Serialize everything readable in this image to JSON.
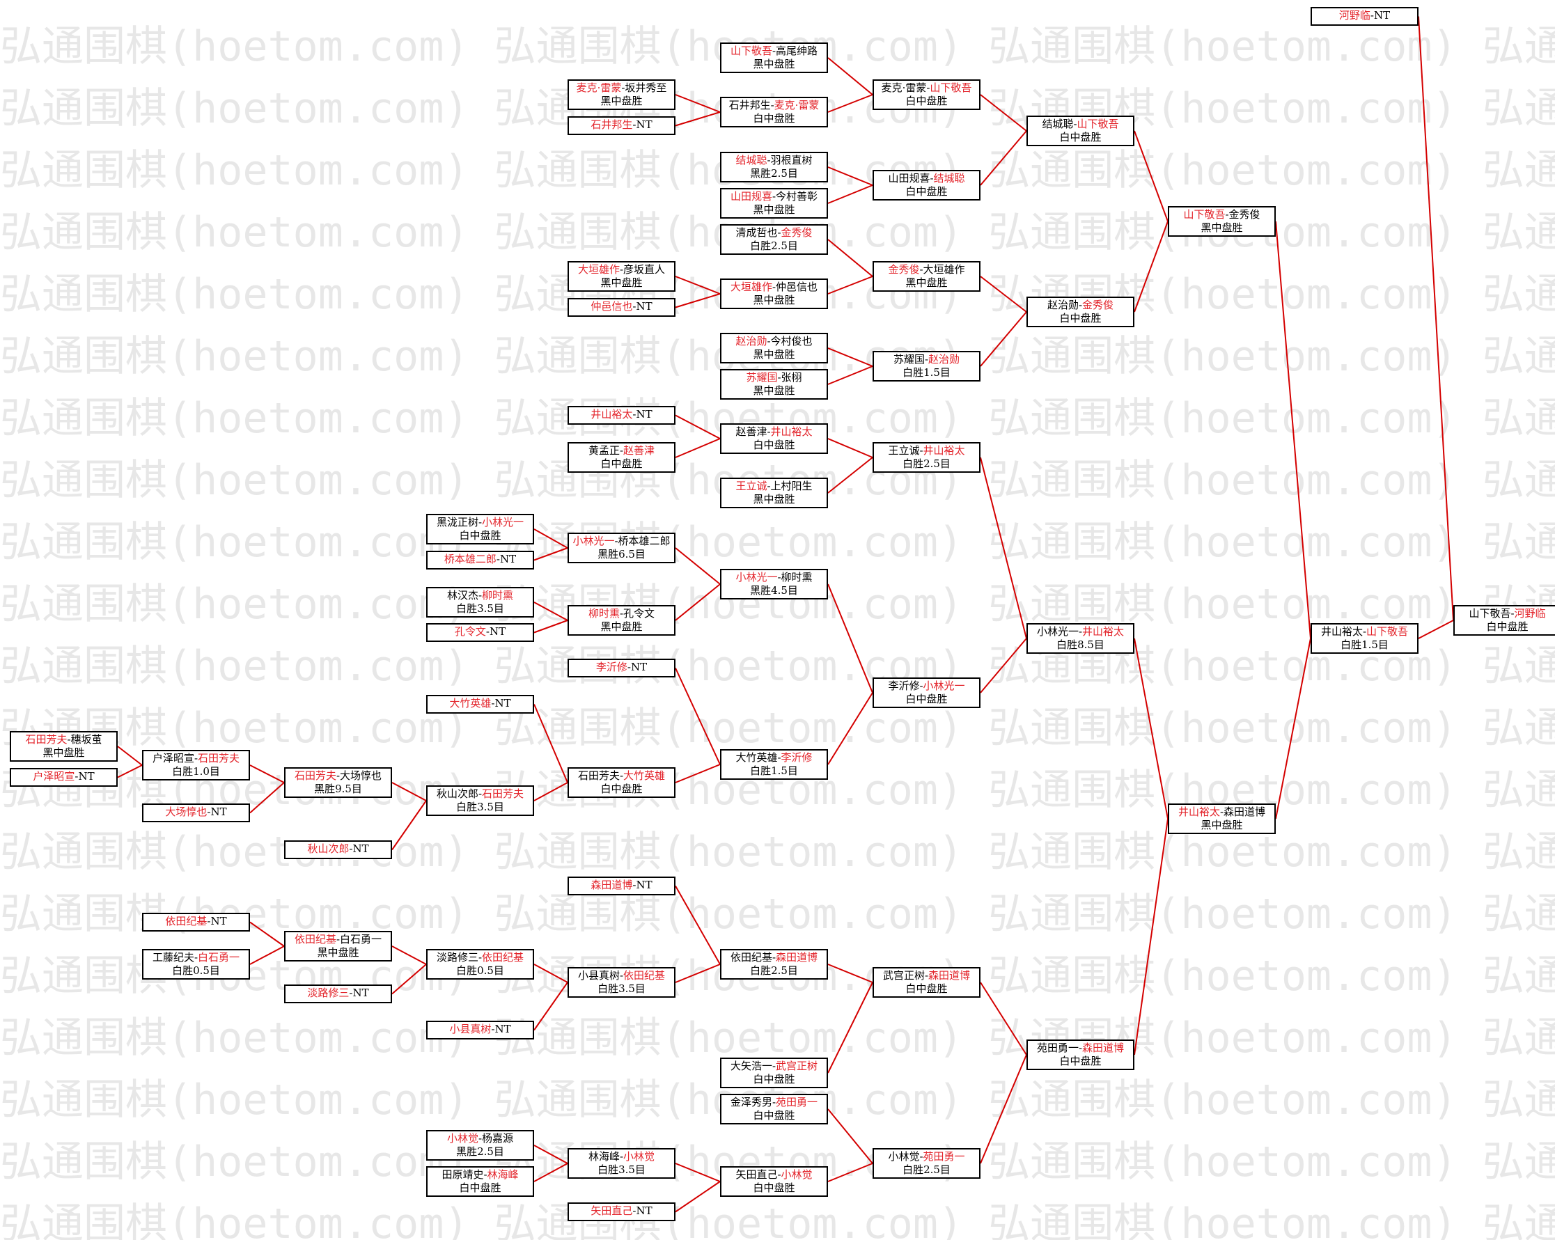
{
  "watermark": {
    "text": "弘通围棋(hoetom.com)"
  },
  "colors": {
    "winner": "#e3242b",
    "line": "#d40000",
    "border": "#000000"
  },
  "matches": [
    {
      "id": "l1a",
      "rows": [
        [
          [
            "石田芳夫",
            "r"
          ],
          [
            "-穗坂茧",
            "b"
          ]
        ],
        [
          [
            "黑中盘胜",
            "b"
          ]
        ]
      ]
    },
    {
      "id": "l1b",
      "rows": [
        [
          [
            "户泽昭宣",
            "r"
          ],
          [
            "-NT",
            "b"
          ]
        ]
      ]
    },
    {
      "id": "l2a",
      "rows": [
        [
          [
            "户泽昭宣-",
            "b"
          ],
          [
            "石田芳夫",
            "r"
          ]
        ],
        [
          [
            "白胜1.0目",
            "b"
          ]
        ]
      ]
    },
    {
      "id": "l2b",
      "rows": [
        [
          [
            "大场惇也",
            "r"
          ],
          [
            "-NT",
            "b"
          ]
        ]
      ]
    },
    {
      "id": "l3a",
      "rows": [
        [
          [
            "石田芳夫",
            "r"
          ],
          [
            "-大场惇也",
            "b"
          ]
        ],
        [
          [
            "黑胜9.5目",
            "b"
          ]
        ]
      ]
    },
    {
      "id": "l3b",
      "rows": [
        [
          [
            "秋山次郎",
            "r"
          ],
          [
            "-NT",
            "b"
          ]
        ]
      ]
    },
    {
      "id": "l4a",
      "rows": [
        [
          [
            "大竹英雄",
            "r"
          ],
          [
            "-NT",
            "b"
          ]
        ]
      ]
    },
    {
      "id": "l4b",
      "rows": [
        [
          [
            "秋山次郎-",
            "b"
          ],
          [
            "石田芳夫",
            "r"
          ]
        ],
        [
          [
            "白胜3.5目",
            "b"
          ]
        ]
      ]
    },
    {
      "id": "l5a",
      "rows": [
        [
          [
            "李沂修",
            "r"
          ],
          [
            "-NT",
            "b"
          ]
        ]
      ]
    },
    {
      "id": "l5b",
      "rows": [
        [
          [
            "石田芳夫-",
            "b"
          ],
          [
            "大竹英雄",
            "r"
          ]
        ],
        [
          [
            "白中盘胜",
            "b"
          ]
        ]
      ]
    },
    {
      "id": "l6a",
      "rows": [
        [
          [
            "大竹英雄-",
            "b"
          ],
          [
            "李沂修",
            "r"
          ]
        ],
        [
          [
            "白胜1.5目",
            "b"
          ]
        ]
      ]
    },
    {
      "id": "p1a",
      "rows": [
        [
          [
            "麦克·雷蒙",
            "r"
          ],
          [
            "-坂井秀至",
            "b"
          ]
        ],
        [
          [
            "黑中盘胜",
            "b"
          ]
        ]
      ]
    },
    {
      "id": "p1b",
      "rows": [
        [
          [
            "石井邦生",
            "r"
          ],
          [
            "-NT",
            "b"
          ]
        ]
      ]
    },
    {
      "id": "p1c",
      "rows": [
        [
          [
            "大垣雄作",
            "r"
          ],
          [
            "-彦坂直人",
            "b"
          ]
        ],
        [
          [
            "黑中盘胜",
            "b"
          ]
        ]
      ]
    },
    {
      "id": "p1d",
      "rows": [
        [
          [
            "仲邑信也",
            "r"
          ],
          [
            "-NT",
            "b"
          ]
        ]
      ]
    },
    {
      "id": "p1e",
      "rows": [
        [
          [
            "井山裕太",
            "r"
          ],
          [
            "-NT",
            "b"
          ]
        ]
      ]
    },
    {
      "id": "p1f",
      "rows": [
        [
          [
            "黄孟正-",
            "b"
          ],
          [
            "赵善津",
            "r"
          ]
        ],
        [
          [
            "白中盘胜",
            "b"
          ]
        ]
      ]
    },
    {
      "id": "p2a",
      "rows": [
        [
          [
            "黑泷正树-",
            "b"
          ],
          [
            "小林光一",
            "r"
          ]
        ],
        [
          [
            "白中盘胜",
            "b"
          ]
        ]
      ]
    },
    {
      "id": "p2b",
      "rows": [
        [
          [
            "桥本雄二郎",
            "r"
          ],
          [
            "-NT",
            "b"
          ]
        ]
      ]
    },
    {
      "id": "p2c",
      "rows": [
        [
          [
            "林汉杰-",
            "b"
          ],
          [
            "柳时熏",
            "r"
          ]
        ],
        [
          [
            "白胜3.5目",
            "b"
          ]
        ]
      ]
    },
    {
      "id": "p2d",
      "rows": [
        [
          [
            "孔令文",
            "r"
          ],
          [
            "-NT",
            "b"
          ]
        ]
      ]
    },
    {
      "id": "p3a",
      "rows": [
        [
          [
            "小林光一",
            "r"
          ],
          [
            "-桥本雄二郎",
            "b"
          ]
        ],
        [
          [
            "黑胜6.5目",
            "b"
          ]
        ]
      ]
    },
    {
      "id": "p3b",
      "rows": [
        [
          [
            "柳时熏",
            "r"
          ],
          [
            "-孔令文",
            "b"
          ]
        ],
        [
          [
            "黑中盘胜",
            "b"
          ]
        ]
      ]
    },
    {
      "id": "q1a",
      "rows": [
        [
          [
            "山下敬吾",
            "r"
          ],
          [
            "-高尾绅路",
            "b"
          ]
        ],
        [
          [
            "黑中盘胜",
            "b"
          ]
        ]
      ]
    },
    {
      "id": "q1b",
      "rows": [
        [
          [
            "石井邦生-",
            "b"
          ],
          [
            "麦克·雷蒙",
            "r"
          ]
        ],
        [
          [
            "白中盘胜",
            "b"
          ]
        ]
      ]
    },
    {
      "id": "q1c",
      "rows": [
        [
          [
            "结城聪",
            "r"
          ],
          [
            "-羽根直树",
            "b"
          ]
        ],
        [
          [
            "黑胜2.5目",
            "b"
          ]
        ]
      ]
    },
    {
      "id": "q1d",
      "rows": [
        [
          [
            "山田规喜",
            "r"
          ],
          [
            "-今村善彰",
            "b"
          ]
        ],
        [
          [
            "黑中盘胜",
            "b"
          ]
        ]
      ]
    },
    {
      "id": "q1e",
      "rows": [
        [
          [
            "清成哲也-",
            "b"
          ],
          [
            "金秀俊",
            "r"
          ]
        ],
        [
          [
            "白胜2.5目",
            "b"
          ]
        ]
      ]
    },
    {
      "id": "q1f",
      "rows": [
        [
          [
            "大垣雄作",
            "r"
          ],
          [
            "-仲邑信也",
            "b"
          ]
        ],
        [
          [
            "黑中盘胜",
            "b"
          ]
        ]
      ]
    },
    {
      "id": "q1g",
      "rows": [
        [
          [
            "赵治勋",
            "r"
          ],
          [
            "-今村俊也",
            "b"
          ]
        ],
        [
          [
            "黑中盘胜",
            "b"
          ]
        ]
      ]
    },
    {
      "id": "q1h",
      "rows": [
        [
          [
            "苏耀国",
            "r"
          ],
          [
            "-张栩",
            "b"
          ]
        ],
        [
          [
            "黑中盘胜",
            "b"
          ]
        ]
      ]
    },
    {
      "id": "q1i",
      "rows": [
        [
          [
            "赵善津-",
            "b"
          ],
          [
            "井山裕太",
            "r"
          ]
        ],
        [
          [
            "白中盘胜",
            "b"
          ]
        ]
      ]
    },
    {
      "id": "q1j",
      "rows": [
        [
          [
            "王立诚",
            "r"
          ],
          [
            "-上村阳生",
            "b"
          ]
        ],
        [
          [
            "黑中盘胜",
            "b"
          ]
        ]
      ]
    },
    {
      "id": "q1k",
      "rows": [
        [
          [
            "小林光一",
            "r"
          ],
          [
            "-柳时熏",
            "b"
          ]
        ],
        [
          [
            "黑胜4.5目",
            "b"
          ]
        ]
      ]
    },
    {
      "id": "r1a",
      "rows": [
        [
          [
            "麦克·雷蒙-",
            "b"
          ],
          [
            "山下敬吾",
            "r"
          ]
        ],
        [
          [
            "白中盘胜",
            "b"
          ]
        ]
      ]
    },
    {
      "id": "r1b",
      "rows": [
        [
          [
            "山田规喜-",
            "b"
          ],
          [
            "结城聪",
            "r"
          ]
        ],
        [
          [
            "白中盘胜",
            "b"
          ]
        ]
      ]
    },
    {
      "id": "r1c",
      "rows": [
        [
          [
            "金秀俊",
            "r"
          ],
          [
            "-大垣雄作",
            "b"
          ]
        ],
        [
          [
            "黑中盘胜",
            "b"
          ]
        ]
      ]
    },
    {
      "id": "r1d",
      "rows": [
        [
          [
            "苏耀国-",
            "b"
          ],
          [
            "赵治勋",
            "r"
          ]
        ],
        [
          [
            "白胜1.5目",
            "b"
          ]
        ]
      ]
    },
    {
      "id": "r1e",
      "rows": [
        [
          [
            "王立诚-",
            "b"
          ],
          [
            "井山裕太",
            "r"
          ]
        ],
        [
          [
            "白胜2.5目",
            "b"
          ]
        ]
      ]
    },
    {
      "id": "r1f",
      "rows": [
        [
          [
            "李沂修-",
            "b"
          ],
          [
            "小林光一",
            "r"
          ]
        ],
        [
          [
            "白中盘胜",
            "b"
          ]
        ]
      ]
    },
    {
      "id": "s1a",
      "rows": [
        [
          [
            "结城聪-",
            "b"
          ],
          [
            "山下敬吾",
            "r"
          ]
        ],
        [
          [
            "白中盘胜",
            "b"
          ]
        ]
      ]
    },
    {
      "id": "s1b",
      "rows": [
        [
          [
            "赵治勋-",
            "b"
          ],
          [
            "金秀俊",
            "r"
          ]
        ],
        [
          [
            "白中盘胜",
            "b"
          ]
        ]
      ]
    },
    {
      "id": "s1c",
      "rows": [
        [
          [
            "小林光一-",
            "b"
          ],
          [
            "井山裕太",
            "r"
          ]
        ],
        [
          [
            "白胜8.5目",
            "b"
          ]
        ]
      ]
    },
    {
      "id": "t1a",
      "rows": [
        [
          [
            "山下敬吾",
            "r"
          ],
          [
            "-金秀俊",
            "b"
          ]
        ],
        [
          [
            "黑中盘胜",
            "b"
          ]
        ]
      ]
    },
    {
      "id": "t1b",
      "rows": [
        [
          [
            "井山裕太",
            "r"
          ],
          [
            "-森田道博",
            "b"
          ]
        ],
        [
          [
            "黑中盘胜",
            "b"
          ]
        ]
      ]
    },
    {
      "id": "u1",
      "rows": [
        [
          [
            "井山裕太-",
            "b"
          ],
          [
            "山下敬吾",
            "r"
          ]
        ],
        [
          [
            "白胜1.5目",
            "b"
          ]
        ]
      ]
    },
    {
      "id": "v0",
      "rows": [
        [
          [
            "河野临",
            "r"
          ],
          [
            "-NT",
            "b"
          ]
        ]
      ]
    },
    {
      "id": "v1",
      "rows": [
        [
          [
            "山下敬吾-",
            "b"
          ],
          [
            "河野临",
            "r"
          ]
        ],
        [
          [
            "白中盘胜",
            "b"
          ]
        ]
      ]
    },
    {
      "id": "b1a",
      "rows": [
        [
          [
            "依田纪基",
            "r"
          ],
          [
            "-NT",
            "b"
          ]
        ]
      ]
    },
    {
      "id": "b1b",
      "rows": [
        [
          [
            "工藤纪夫-",
            "b"
          ],
          [
            "白石勇一",
            "r"
          ]
        ],
        [
          [
            "白胜0.5目",
            "b"
          ]
        ]
      ]
    },
    {
      "id": "b2a",
      "rows": [
        [
          [
            "依田纪基",
            "r"
          ],
          [
            "-白石勇一",
            "b"
          ]
        ],
        [
          [
            "黑中盘胜",
            "b"
          ]
        ]
      ]
    },
    {
      "id": "b2b",
      "rows": [
        [
          [
            "淡路修三",
            "r"
          ],
          [
            "-NT",
            "b"
          ]
        ]
      ]
    },
    {
      "id": "b3a",
      "rows": [
        [
          [
            "淡路修三-",
            "b"
          ],
          [
            "依田纪基",
            "r"
          ]
        ],
        [
          [
            "白胜0.5目",
            "b"
          ]
        ]
      ]
    },
    {
      "id": "b3b",
      "rows": [
        [
          [
            "小县真树",
            "r"
          ],
          [
            "-NT",
            "b"
          ]
        ]
      ]
    },
    {
      "id": "b4a",
      "rows": [
        [
          [
            "森田道博",
            "r"
          ],
          [
            "-NT",
            "b"
          ]
        ]
      ]
    },
    {
      "id": "b4b",
      "rows": [
        [
          [
            "小县真树-",
            "b"
          ],
          [
            "依田纪基",
            "r"
          ]
        ],
        [
          [
            "白胜3.5目",
            "b"
          ]
        ]
      ]
    },
    {
      "id": "b5a",
      "rows": [
        [
          [
            "依田纪基-",
            "b"
          ],
          [
            "森田道博",
            "r"
          ]
        ],
        [
          [
            "白胜2.5目",
            "b"
          ]
        ]
      ]
    },
    {
      "id": "b5b",
      "rows": [
        [
          [
            "大矢浩一-",
            "b"
          ],
          [
            "武宫正树",
            "r"
          ]
        ],
        [
          [
            "白中盘胜",
            "b"
          ]
        ]
      ]
    },
    {
      "id": "b5c",
      "rows": [
        [
          [
            "金泽秀男-",
            "b"
          ],
          [
            "苑田勇一",
            "r"
          ]
        ],
        [
          [
            "白中盘胜",
            "b"
          ]
        ]
      ]
    },
    {
      "id": "b6a",
      "rows": [
        [
          [
            "武宫正树-",
            "b"
          ],
          [
            "森田道博",
            "r"
          ]
        ],
        [
          [
            "白中盘胜",
            "b"
          ]
        ]
      ]
    },
    {
      "id": "b6b",
      "rows": [
        [
          [
            "小林觉-",
            "b"
          ],
          [
            "苑田勇一",
            "r"
          ]
        ],
        [
          [
            "白胜2.5目",
            "b"
          ]
        ]
      ]
    },
    {
      "id": "b7a",
      "rows": [
        [
          [
            "苑田勇一-",
            "b"
          ],
          [
            "森田道博",
            "r"
          ]
        ],
        [
          [
            "白中盘胜",
            "b"
          ]
        ]
      ]
    },
    {
      "id": "b3c",
      "rows": [
        [
          [
            "小林觉",
            "r"
          ],
          [
            "-杨嘉源",
            "b"
          ]
        ],
        [
          [
            "黑胜2.5目",
            "b"
          ]
        ]
      ]
    },
    {
      "id": "b3d",
      "rows": [
        [
          [
            "田原靖史-",
            "b"
          ],
          [
            "林海峰",
            "r"
          ]
        ],
        [
          [
            "白中盘胜",
            "b"
          ]
        ]
      ]
    },
    {
      "id": "b4c",
      "rows": [
        [
          [
            "林海峰-",
            "b"
          ],
          [
            "小林觉",
            "r"
          ]
        ],
        [
          [
            "白胜3.5目",
            "b"
          ]
        ]
      ]
    },
    {
      "id": "b4d",
      "rows": [
        [
          [
            "矢田直己",
            "r"
          ],
          [
            "-NT",
            "b"
          ]
        ]
      ]
    },
    {
      "id": "b5d",
      "rows": [
        [
          [
            "矢田直己-",
            "b"
          ],
          [
            "小林觉",
            "r"
          ]
        ],
        [
          [
            "白中盘胜",
            "b"
          ]
        ]
      ]
    }
  ]
}
